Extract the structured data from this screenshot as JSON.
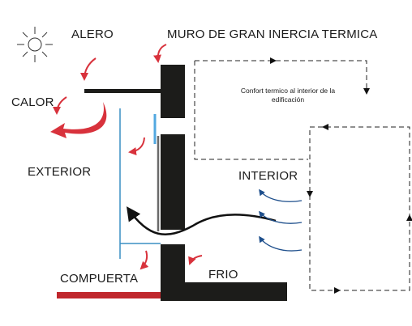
{
  "labels": {
    "alero": "ALERO",
    "muro": "MURO DE GRAN INERCIA TERMICA",
    "calor": "CALOR",
    "exterior": "EXTERIOR",
    "interior": "INTERIOR",
    "compuerta": "COMPUERTA",
    "frio": "FRIO",
    "confort": "Confort termico al interior de la edificación"
  },
  "colors": {
    "wall": "#1c1c1a",
    "heat_arrow": "#d8323c",
    "glass": "#3a8fc4",
    "glass_strip": "#52a8e0",
    "air_flow": "#111111",
    "cool_air": "#1e4f8c",
    "gate": "#c0272d"
  },
  "icons": [
    "sun-icon"
  ]
}
